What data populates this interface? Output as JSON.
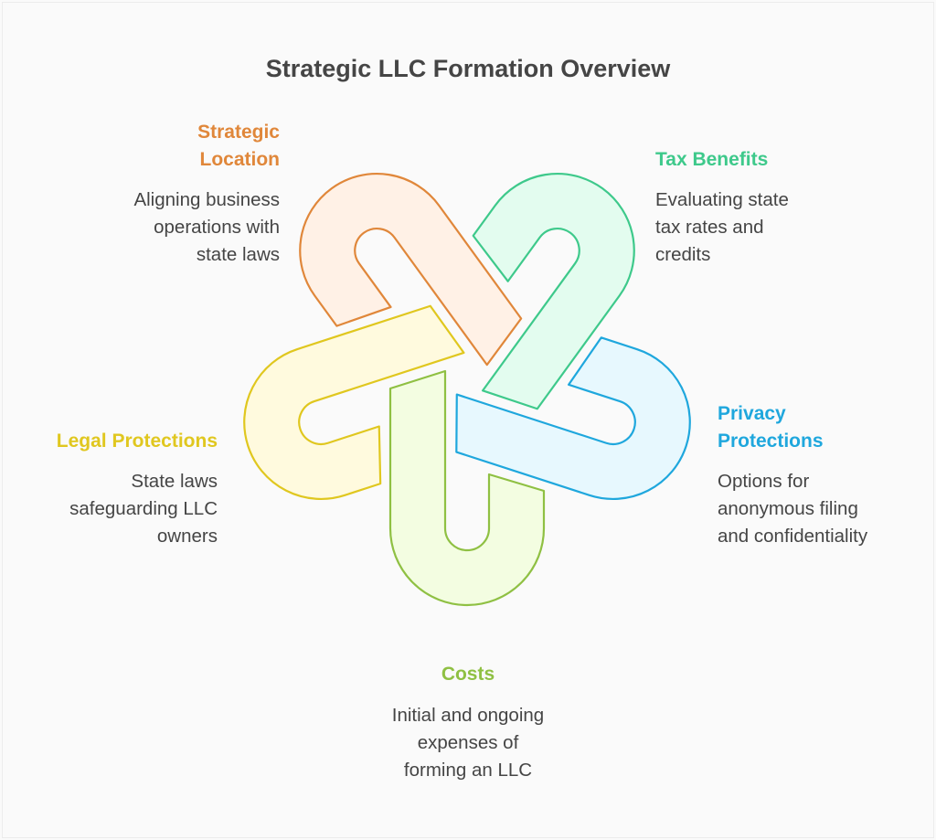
{
  "title": "Strategic LLC Formation Overview",
  "items": [
    {
      "id": "strategic-location",
      "label": "Strategic Location",
      "label_lines": [
        "Strategic",
        "Location"
      ],
      "desc_lines": [
        "Aligning business",
        "operations with",
        "state laws"
      ],
      "stroke": "#e0873a",
      "fill": "#fff1e6"
    },
    {
      "id": "tax-benefits",
      "label": "Tax Benefits",
      "label_lines": [
        "Tax Benefits"
      ],
      "desc_lines": [
        "Evaluating state",
        "tax rates and",
        "credits"
      ],
      "stroke": "#3ec98b",
      "fill": "#e3fcef"
    },
    {
      "id": "privacy-protections",
      "label": "Privacy Protections",
      "label_lines": [
        "Privacy",
        "Protections"
      ],
      "desc_lines": [
        "Options for",
        "anonymous filing",
        "and confidentiality"
      ],
      "stroke": "#1fa7dd",
      "fill": "#e7f8fe"
    },
    {
      "id": "costs",
      "label": "Costs",
      "label_lines": [
        "Costs"
      ],
      "desc_lines": [
        "Initial and ongoing",
        "expenses of",
        "forming an LLC"
      ],
      "stroke": "#8fc043",
      "fill": "#f3fde1"
    },
    {
      "id": "legal-protections",
      "label": "Legal Protections",
      "label_lines": [
        "Legal Protections"
      ],
      "desc_lines": [
        "State laws",
        "safeguarding LLC",
        "owners"
      ],
      "stroke": "#e0c71f",
      "fill": "#fffade"
    }
  ]
}
